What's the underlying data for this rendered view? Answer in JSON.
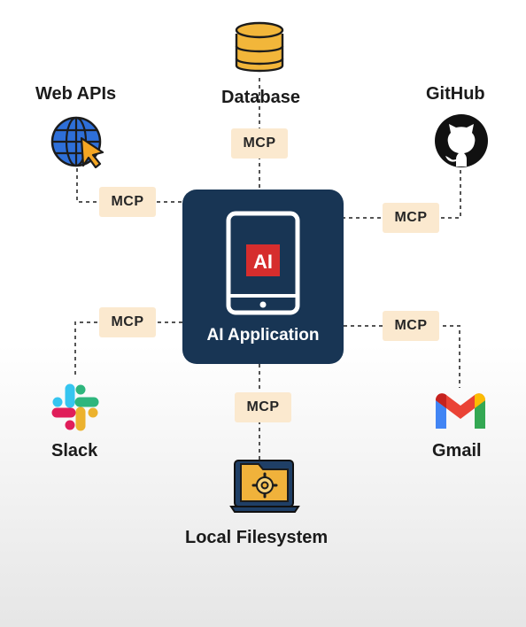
{
  "center": {
    "title": "AI Application",
    "badge": "AI"
  },
  "connector_label": "MCP",
  "nodes": {
    "database": "Database",
    "web_apis": "Web APIs",
    "github": "GitHub",
    "slack": "Slack",
    "gmail": "Gmail",
    "filesystem": "Local Filesystem"
  },
  "colors": {
    "app_box": "#183554",
    "mcp_chip": "#fbe9cf",
    "badge_red": "#d62d2d",
    "database_gold": "#f2b63a",
    "globe_blue": "#2e6fd8",
    "cursor_orange": "#f4a623",
    "folder_gold": "#f0b23b"
  }
}
